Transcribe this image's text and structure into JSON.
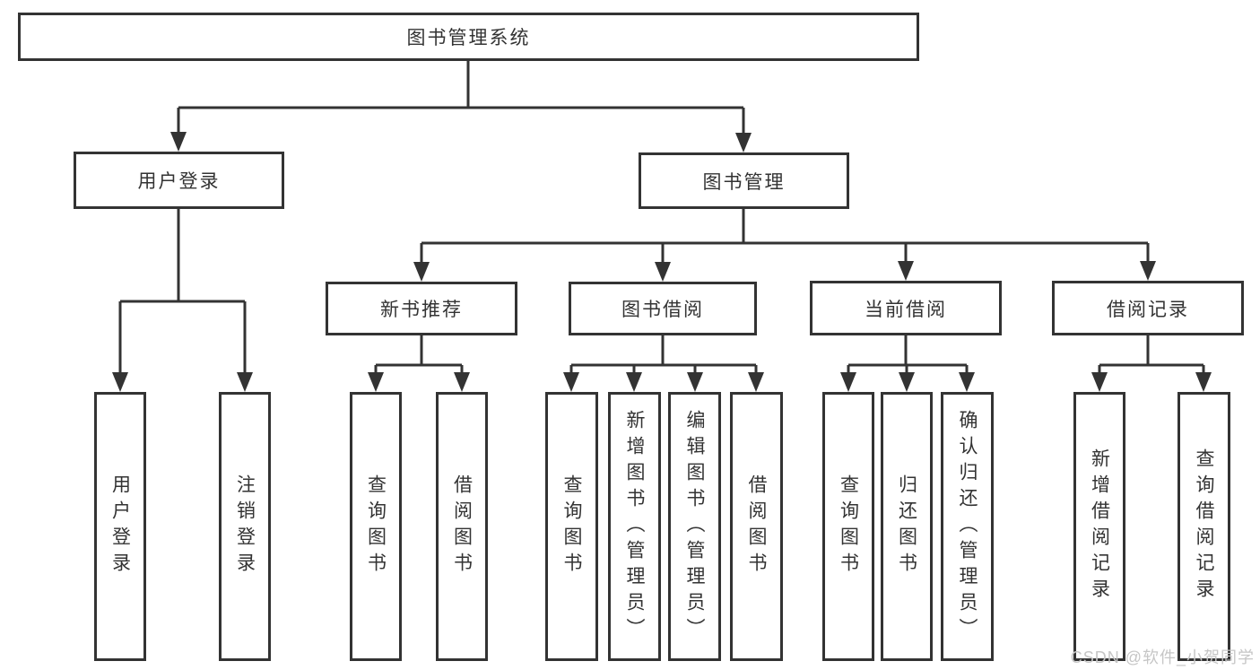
{
  "diagram": {
    "type": "hierarchy-tree",
    "root": {
      "label": "图书管理系统",
      "children": [
        {
          "label": "用户登录",
          "children": [
            {
              "label": "用户登录"
            },
            {
              "label": "注销登录"
            }
          ]
        },
        {
          "label": "图书管理",
          "children": [
            {
              "label": "新书推荐",
              "children": [
                {
                  "label": "查询图书"
                },
                {
                  "label": "借阅图书"
                }
              ]
            },
            {
              "label": "图书借阅",
              "children": [
                {
                  "label": "查询图书"
                },
                {
                  "label": "新增图书（管理员）"
                },
                {
                  "label": "编辑图书（管理员）"
                },
                {
                  "label": "借阅图书"
                }
              ]
            },
            {
              "label": "当前借阅",
              "children": [
                {
                  "label": "查询图书"
                },
                {
                  "label": "归还图书"
                },
                {
                  "label": "确认归还（管理员）"
                }
              ]
            },
            {
              "label": "借阅记录",
              "children": [
                {
                  "label": "新增借阅记录"
                },
                {
                  "label": "查询借阅记录"
                }
              ]
            }
          ]
        }
      ]
    },
    "colors": {
      "line": "#333333",
      "text": "#333333",
      "box_background": "#ffffff",
      "page_background": "#ffffff",
      "watermark": "#c6c6c6"
    }
  },
  "watermark": {
    "text": "CSDN @软件_小贺同学"
  }
}
